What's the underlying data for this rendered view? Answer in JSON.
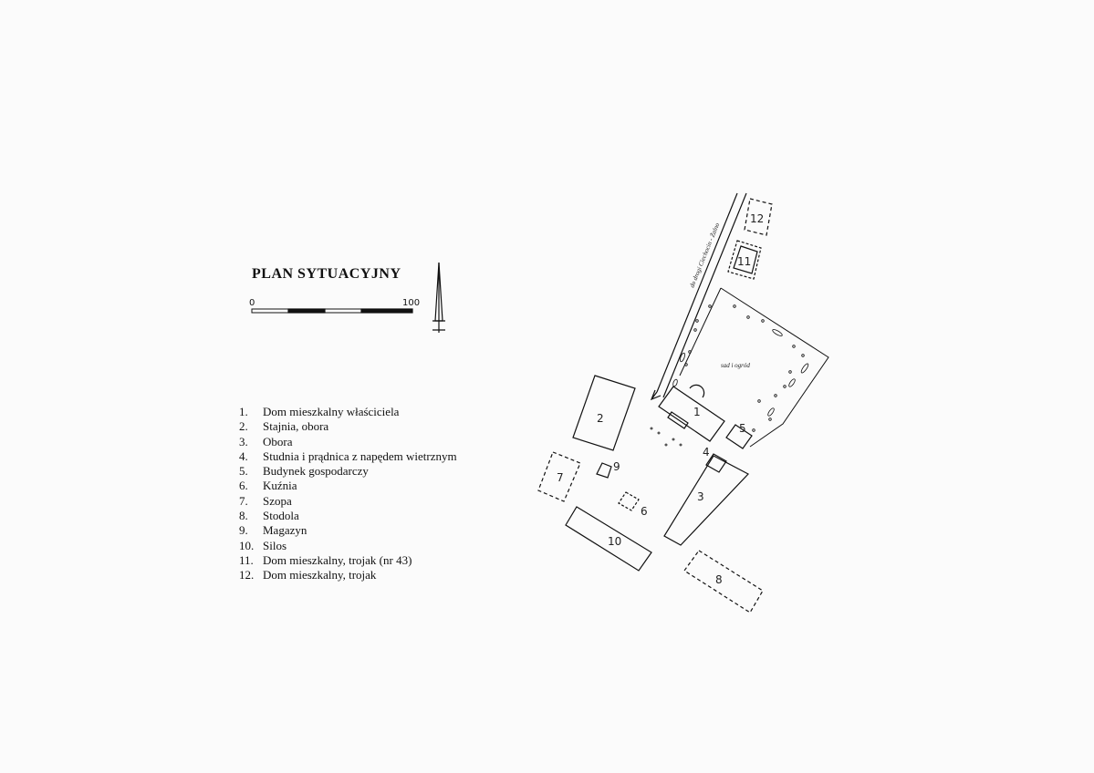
{
  "title": "PLAN SYTUACYJNY",
  "scale": {
    "start": "0",
    "end": "100"
  },
  "road_label": "do drogi Ciechocin - Żalno",
  "orchard_label": "sad i ogród",
  "legend": [
    {
      "num": "1.",
      "text": "Dom mieszkalny właściciela"
    },
    {
      "num": "2.",
      "text": "Stajnia, obora"
    },
    {
      "num": "3.",
      "text": "Obora"
    },
    {
      "num": "4.",
      "text": "Studnia i prądnica z napędem wietrznym"
    },
    {
      "num": "5.",
      "text": "Budynek gospodarczy"
    },
    {
      "num": "6.",
      "text": "Kuźnia"
    },
    {
      "num": "7.",
      "text": "Szopa"
    },
    {
      "num": "8.",
      "text": "Stodola"
    },
    {
      "num": "9.",
      "text": "Magazyn"
    },
    {
      "num": "10.",
      "text": "Silos"
    },
    {
      "num": "11.",
      "text": "Dom mieszkalny, trojak (nr 43)"
    },
    {
      "num": "12.",
      "text": "Dom mieszkalny, trojak"
    }
  ],
  "building_numbers": [
    "1",
    "2",
    "3",
    "4",
    "5",
    "6",
    "7",
    "8",
    "9",
    "10",
    "11",
    "12"
  ]
}
